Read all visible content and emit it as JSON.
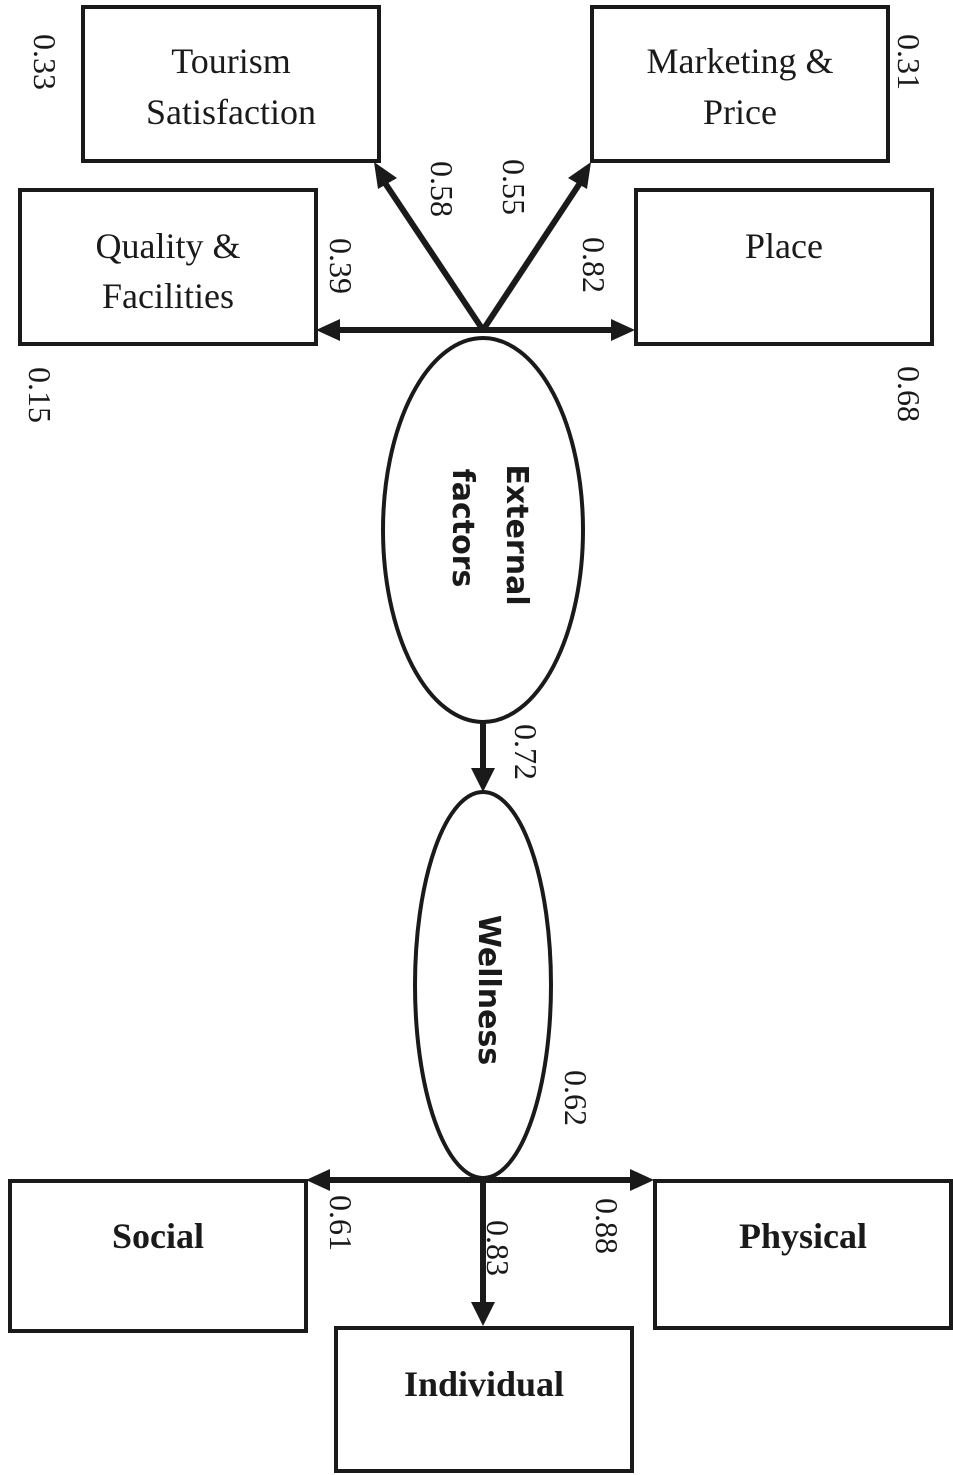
{
  "nodes": {
    "tourism_satisfaction": {
      "lines": [
        "Tourism",
        "Satisfaction"
      ]
    },
    "marketing_price": {
      "lines": [
        "Marketing &",
        "Price"
      ]
    },
    "quality_facilities": {
      "lines": [
        "Quality &",
        "Facilities"
      ]
    },
    "place": {
      "lines": [
        "Place"
      ]
    },
    "external_factors": {
      "lines": [
        "External",
        "factors"
      ]
    },
    "wellness": {
      "lines": [
        "Wellness"
      ]
    },
    "social": {
      "lines": [
        "Social"
      ]
    },
    "physical": {
      "lines": [
        "Physical"
      ]
    },
    "individual": {
      "lines": [
        "Individual"
      ]
    }
  },
  "loadings": {
    "tourism_satisfaction": "0.58",
    "marketing_price": "0.55",
    "quality_facilities": "0.39",
    "place": "0.82",
    "external_to_wellness": "0.72",
    "wellness_r2": "0.62",
    "social": "0.61",
    "individual": "0.83",
    "physical": "0.88"
  },
  "r2_values": {
    "tourism_satisfaction": "0.33",
    "marketing_price": "0.31",
    "quality_facilities": "0.15",
    "place": "0.68"
  },
  "colors": {
    "stroke": "#1a1a1a",
    "background": "#ffffff"
  }
}
